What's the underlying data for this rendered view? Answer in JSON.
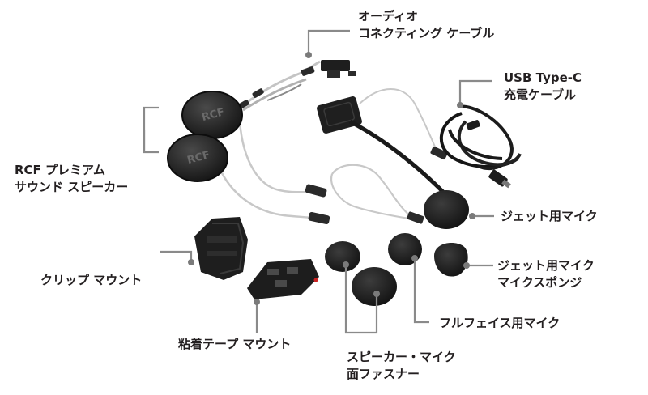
{
  "labels": {
    "audio_cable": [
      "オーディオ",
      "コネクティング ケーブル"
    ],
    "usb_cable": [
      "USB Type-C",
      "充電ケーブル"
    ],
    "speaker": [
      "RCF プレミアム",
      "サウンド スピーカー"
    ],
    "jet_mic": [
      "ジェット用マイク"
    ],
    "clip_mount": [
      "クリップ マウント"
    ],
    "jet_mic_sponge": [
      "ジェット用マイク",
      "マイクスポンジ"
    ],
    "fullface_mic": [
      "フルフェイス用マイク"
    ],
    "adhesive_mount": [
      "粘着テープ マウント"
    ],
    "velcro": [
      "スピーカー・マイク",
      "面ファスナー"
    ]
  },
  "speaker_logo": "RCF",
  "colors": {
    "text": "#231f20",
    "leader": "#8a8a8a",
    "dot": "#7a7a7a",
    "product": "#222222",
    "cable": "#bdbdbd"
  }
}
